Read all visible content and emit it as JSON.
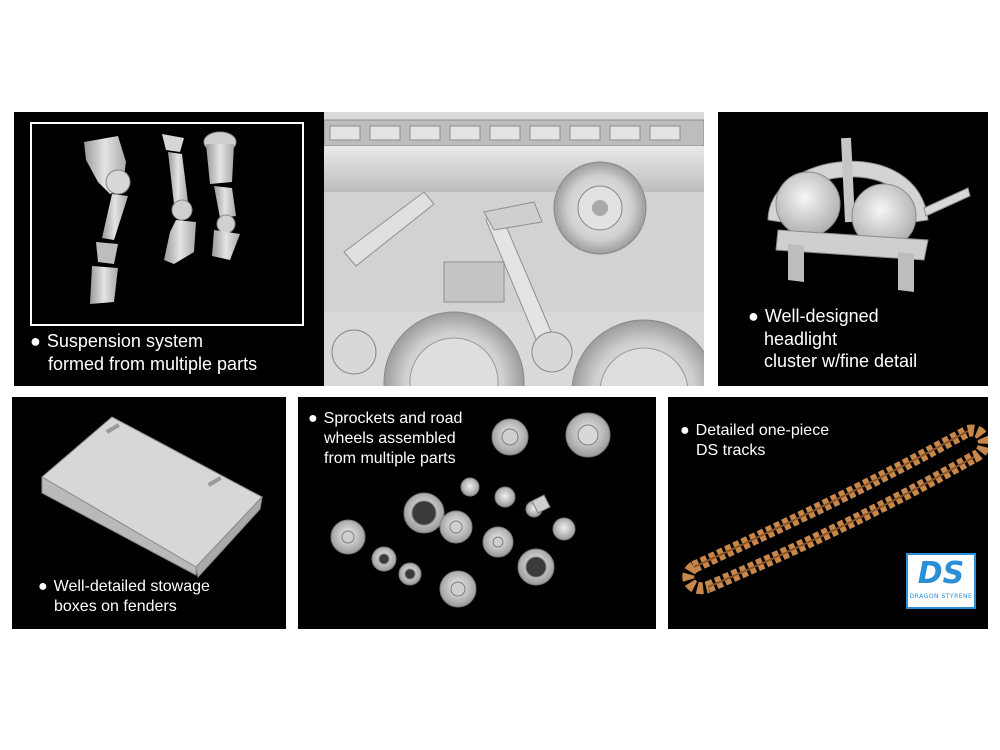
{
  "panels": {
    "suspension": {
      "bullet": "●",
      "lines": [
        "Suspension system",
        "formed from multiple parts"
      ]
    },
    "headlight": {
      "bullet": "●",
      "lines": [
        "Well-designed",
        "headlight",
        "cluster w/fine detail"
      ]
    },
    "stowage": {
      "bullet": "●",
      "lines": [
        "Well-detailed stowage",
        "boxes on fenders"
      ]
    },
    "sprockets": {
      "bullet": "●",
      "lines": [
        "Sprockets and road",
        "wheels assembled",
        "from multiple parts"
      ]
    },
    "tracks": {
      "bullet": "●",
      "lines": [
        "Detailed one-piece",
        "DS tracks"
      ]
    }
  },
  "logo": {
    "text": "DS",
    "subtext": "DRAGON STYRENE"
  },
  "colors": {
    "panel_bg": "#000000",
    "part_gray": "#c9c9c9",
    "part_light": "#e8e8e8",
    "track_orange": "#c8874a",
    "logo_blue": "#2a8fd6"
  }
}
